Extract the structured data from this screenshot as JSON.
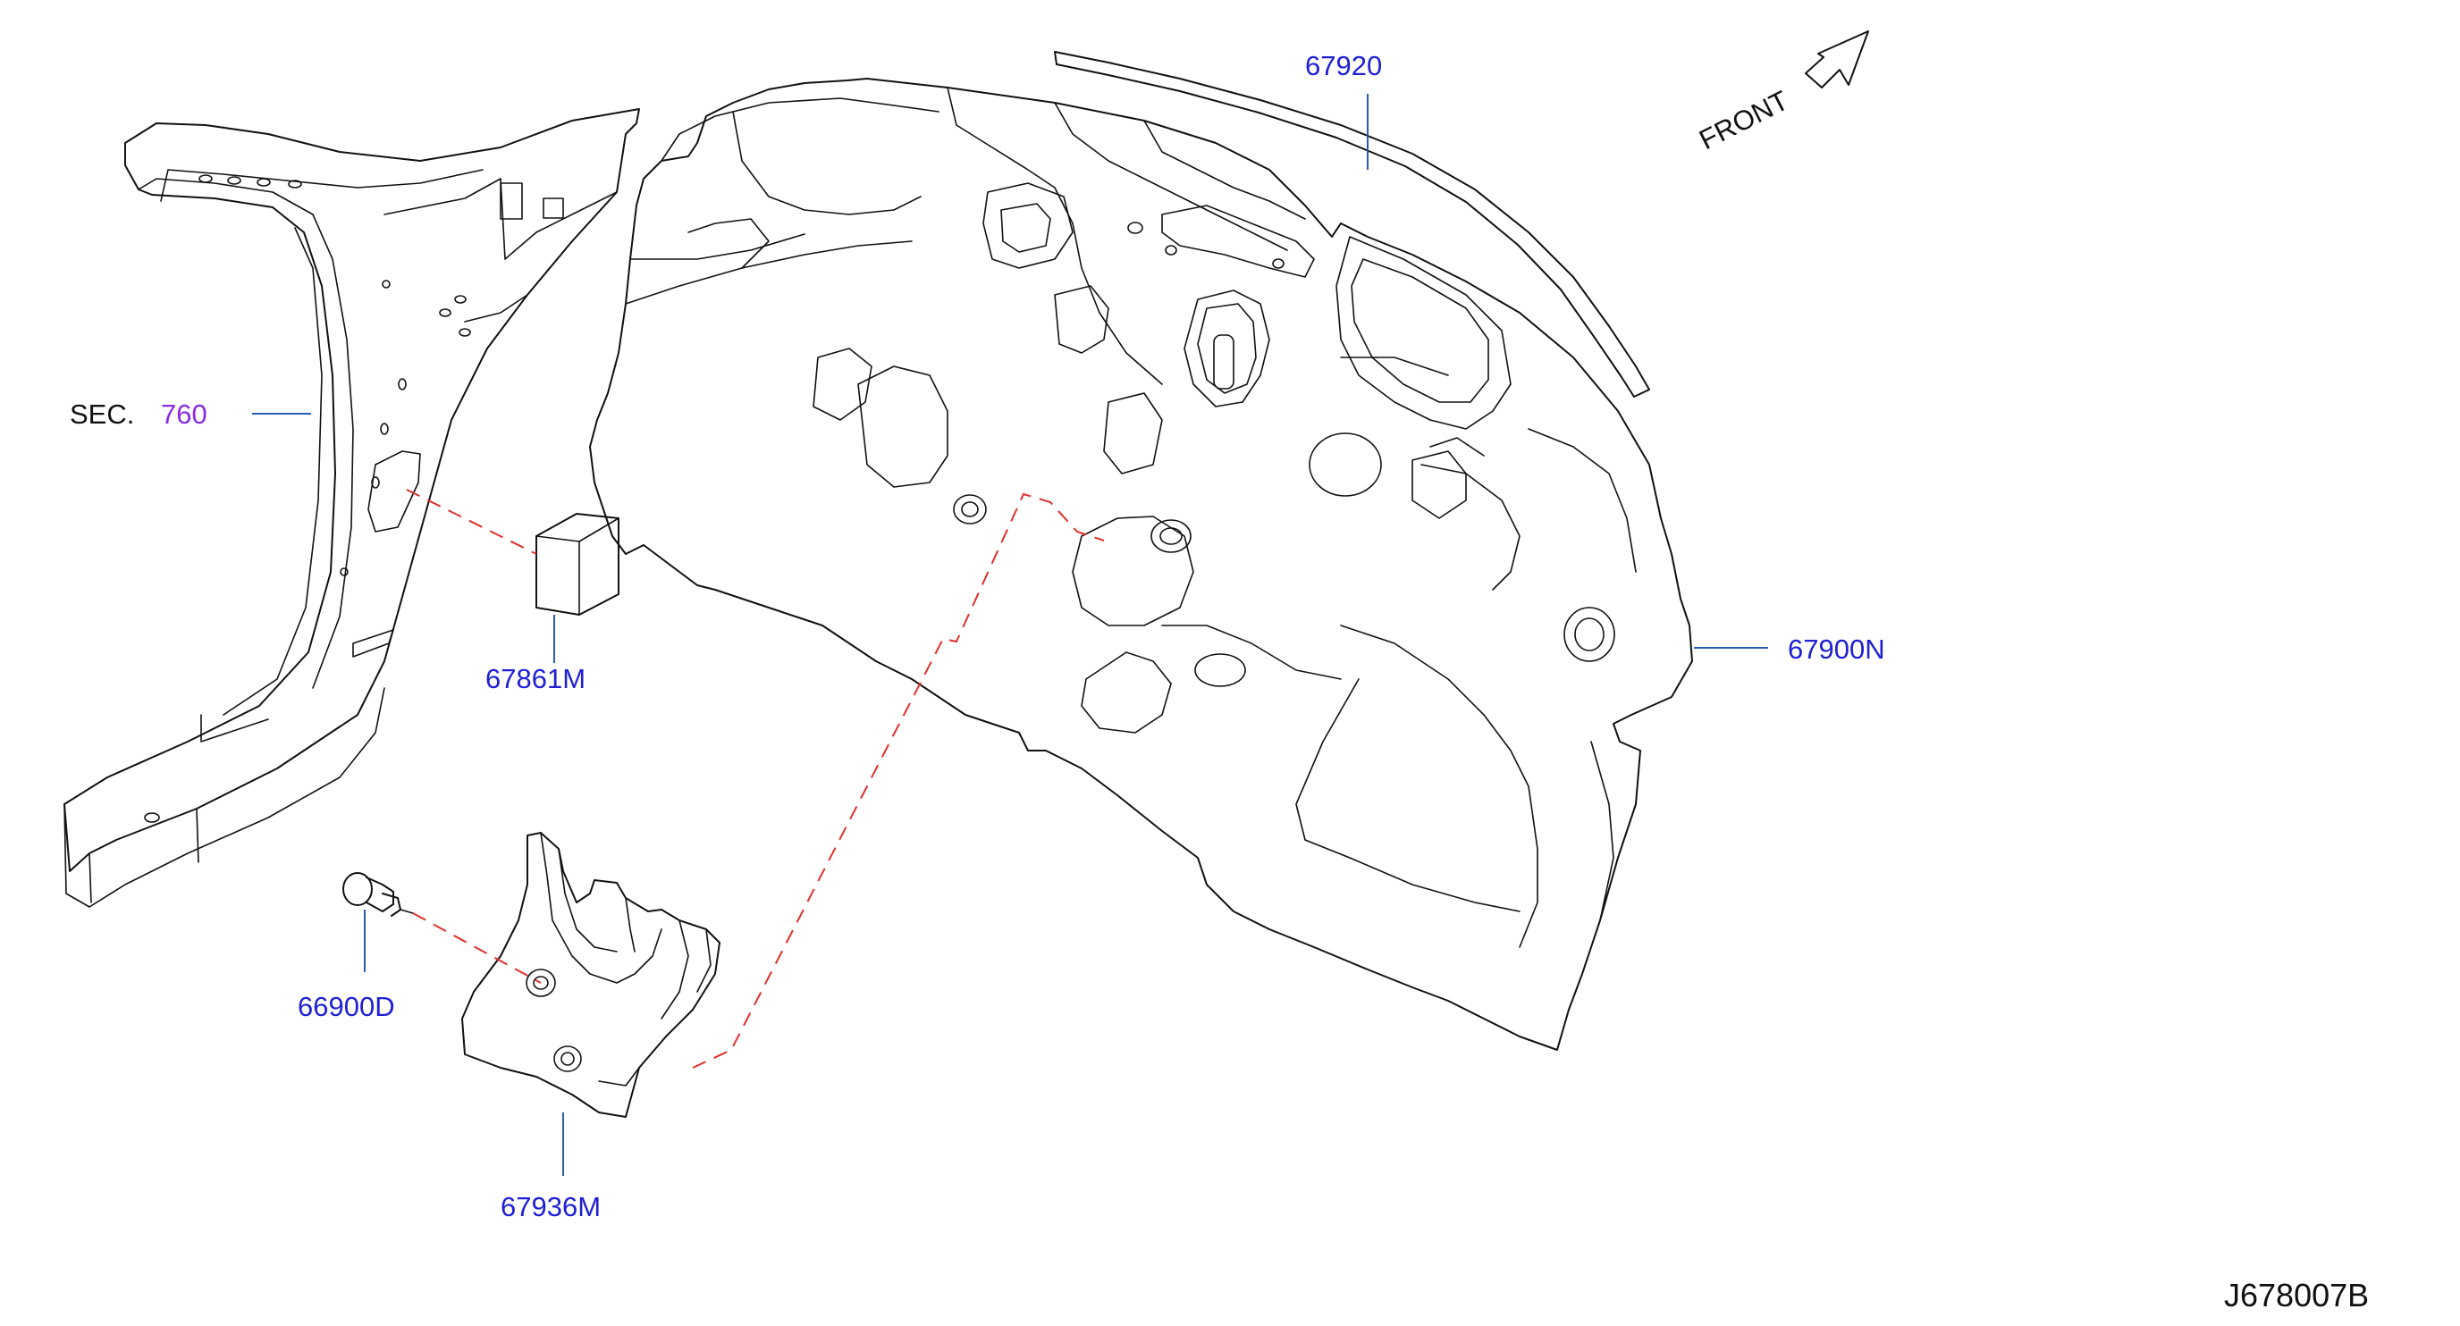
{
  "diagram_id": "J678007B",
  "direction": {
    "label": "FRONT",
    "icon": "front-arrow-icon"
  },
  "section_ref": {
    "prefix": "SEC.",
    "number": "760"
  },
  "callouts": {
    "seal": "67920",
    "dash_insulator": "67900N",
    "pad": "67861M",
    "clip": "66900D",
    "insulator_piece": "67936M"
  },
  "colors": {
    "part_number": "#1f1fd6",
    "section_number": "#8a2be2",
    "leader": "#2a5db0",
    "mounting_dash": "#e0302a",
    "line_art": "#111111"
  }
}
